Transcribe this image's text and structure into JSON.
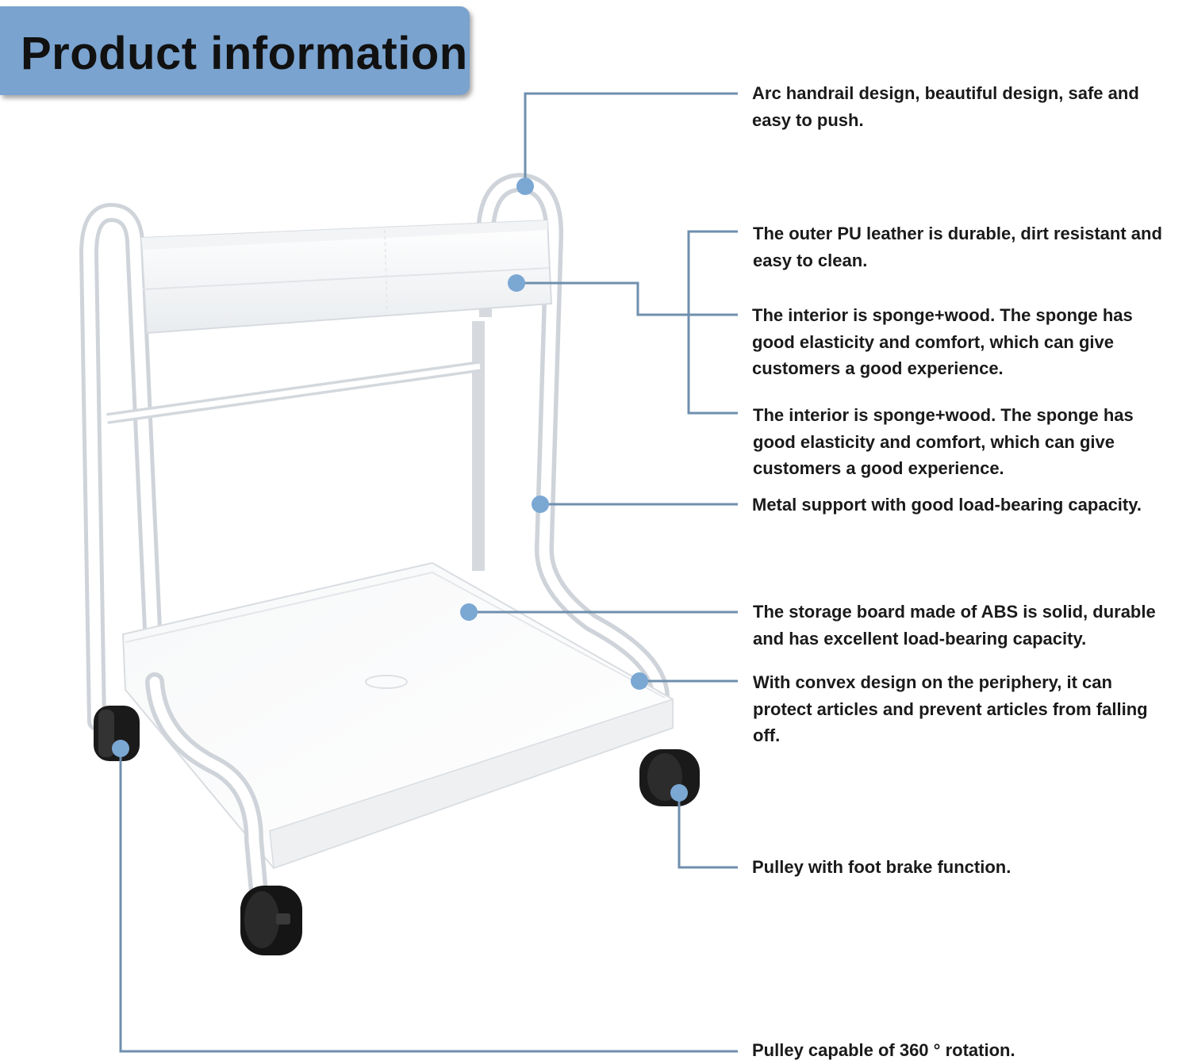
{
  "header": {
    "title": "Product information"
  },
  "callouts": [
    {
      "text": "Arc handrail design, beautiful design, safe and easy to push."
    },
    {
      "text": "The outer PU leather is durable, dirt resistant and easy to clean."
    },
    {
      "text": "The interior is sponge+wood. The sponge has good elasticity and comfort, which can give customers a good experience."
    },
    {
      "text": "The interior is sponge+wood. The sponge has good elasticity and comfort, which can give customers a good experience."
    },
    {
      "text": "Metal support with good load-bearing capacity."
    },
    {
      "text": "The storage board made of ABS is solid, durable and has excellent load-bearing capacity."
    },
    {
      "text": "With convex design on the periphery, it can protect articles and prevent articles from falling off."
    },
    {
      "text": "Pulley with foot brake function."
    },
    {
      "text": "Pulley capable of 360 ° rotation."
    }
  ],
  "colors": {
    "banner": "#7aa3cf",
    "leader_line": "#6f8fae",
    "marker_dot": "#7ba7d3"
  }
}
